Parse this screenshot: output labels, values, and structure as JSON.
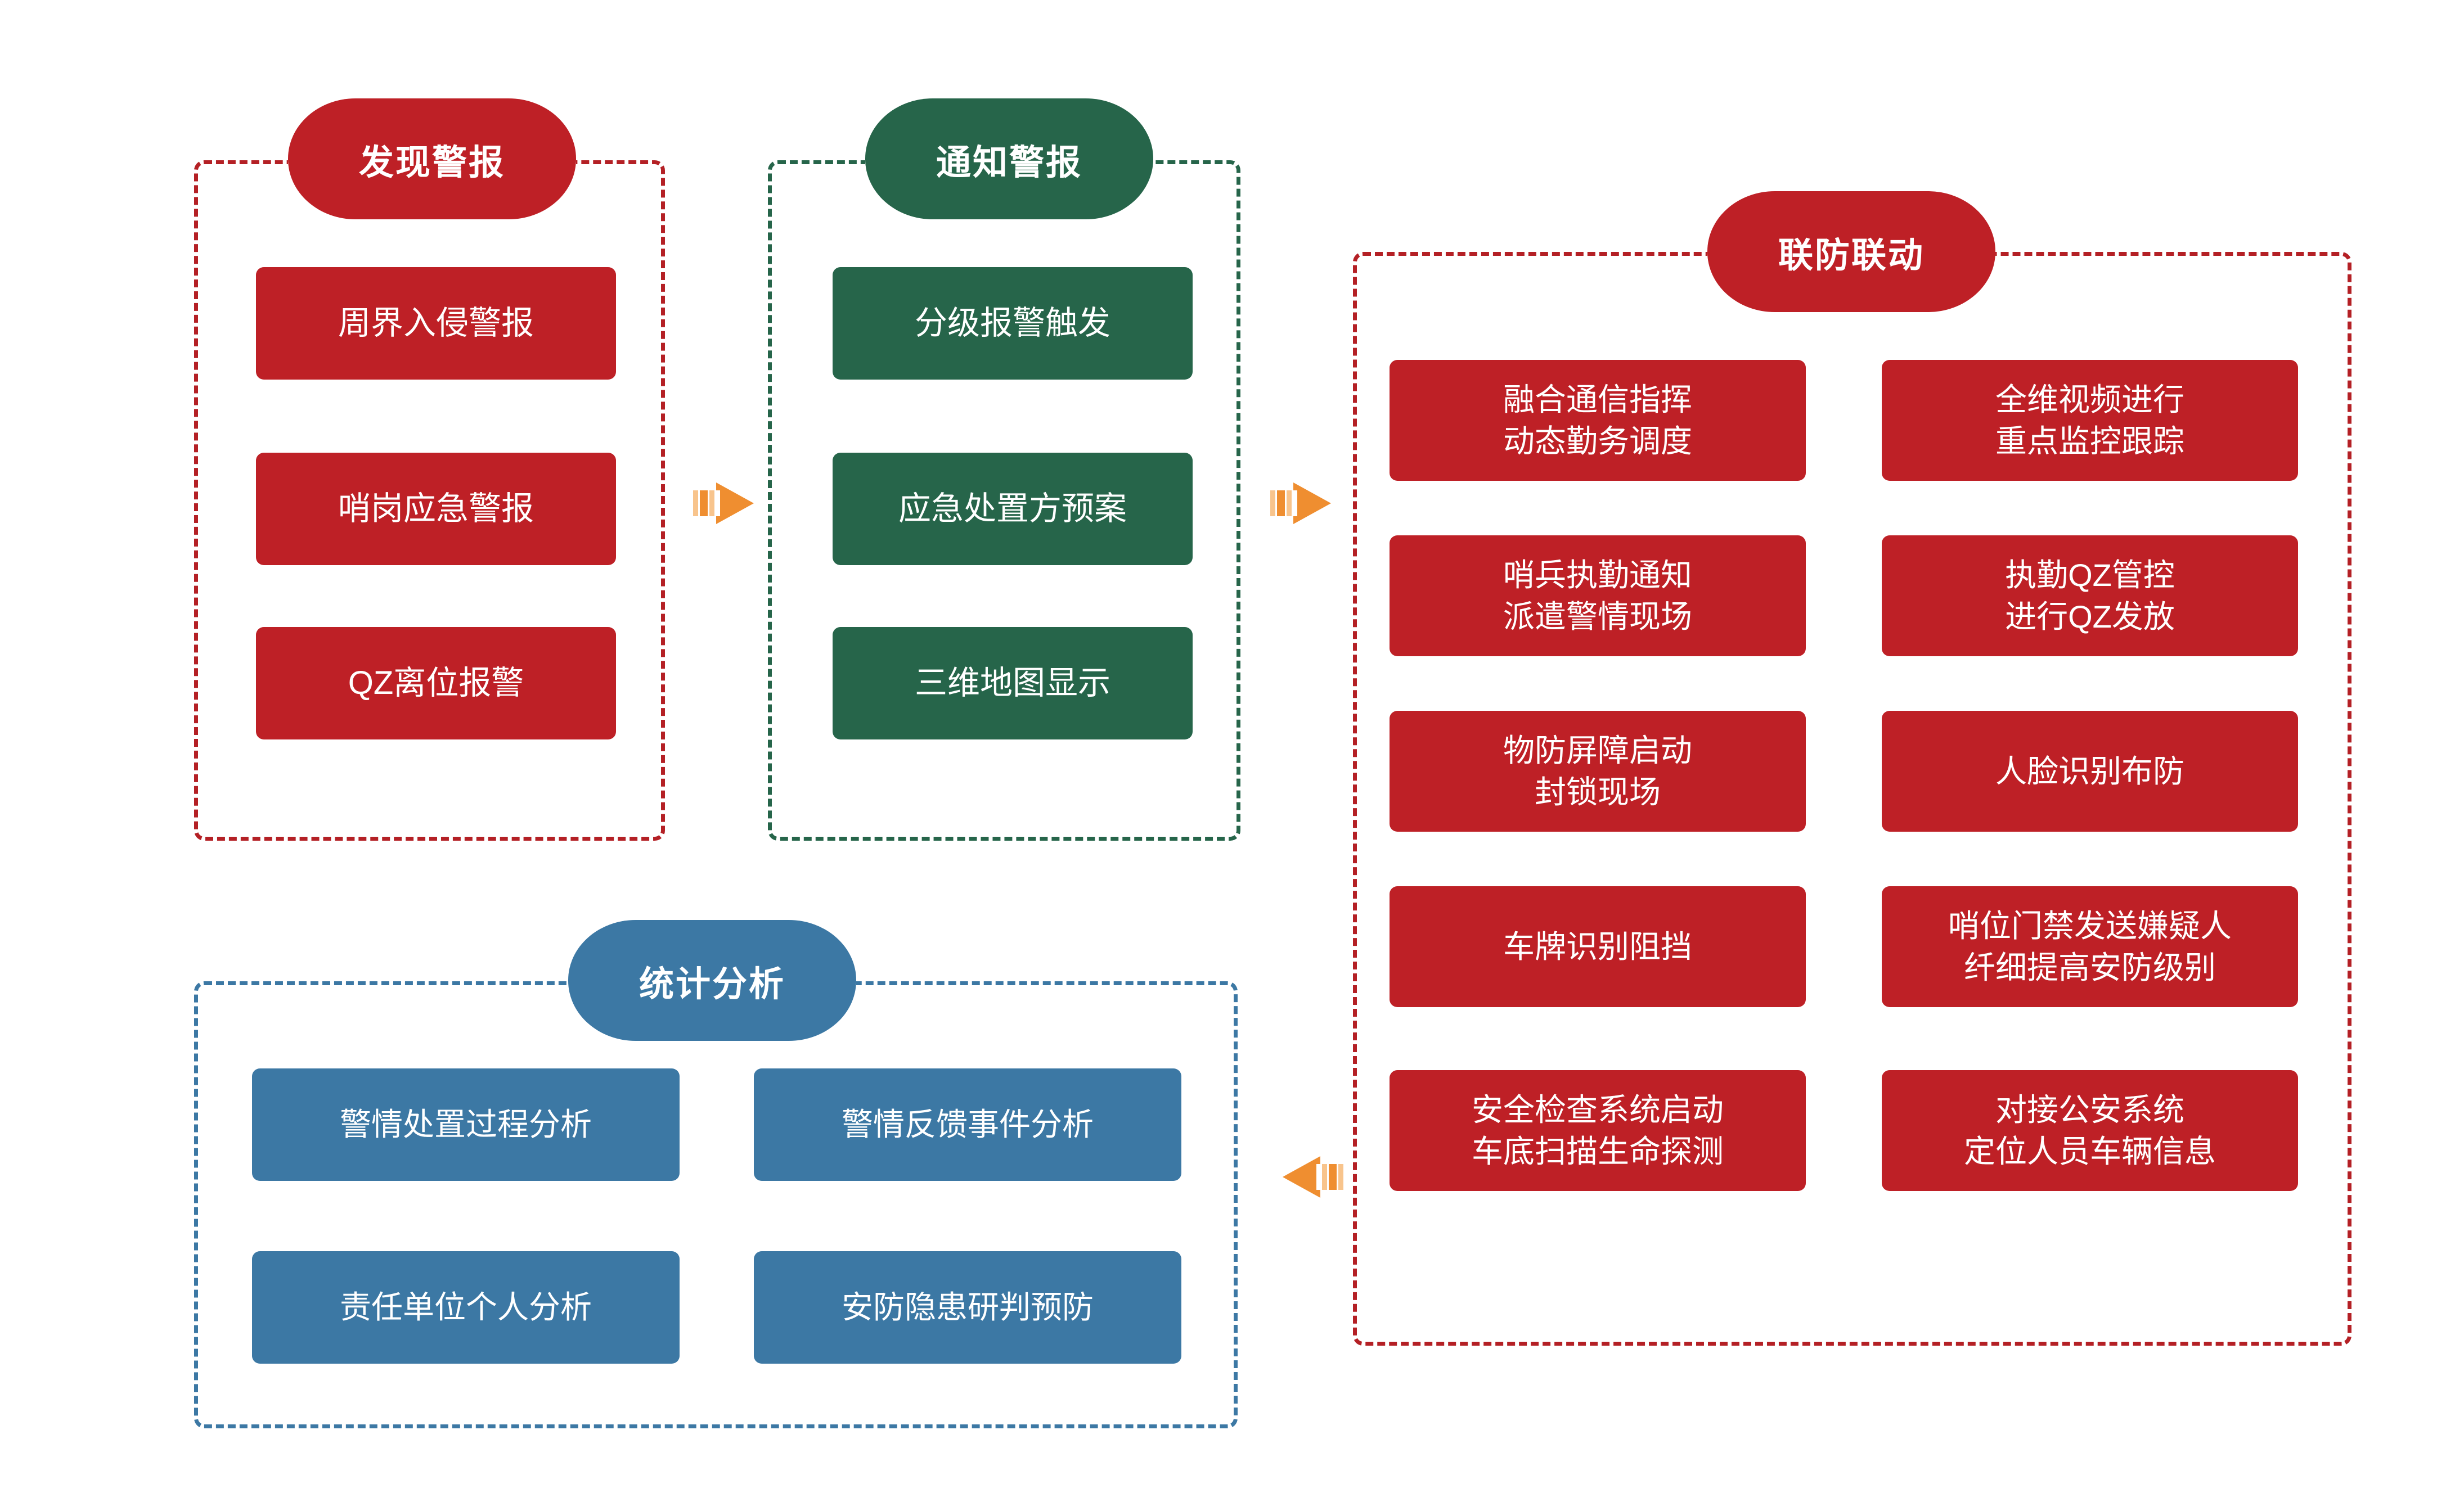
{
  "diagram": {
    "title_colors": {
      "red": "#BE2026",
      "green": "#26654A",
      "blue": "#3C78A4",
      "arrow_orange": "#EF8E30",
      "arrow_orange_light": "#F8C48C",
      "background": "#FFFFFF"
    },
    "groups": [
      {
        "id": "discover-alarm",
        "title": "发现警报",
        "color": "red",
        "items": [
          {
            "lines": [
              "周界入侵警报"
            ]
          },
          {
            "lines": [
              "哨岗应急警报"
            ]
          },
          {
            "lines": [
              "QZ离位报警"
            ]
          }
        ]
      },
      {
        "id": "notify-alarm",
        "title": "通知警报",
        "color": "green",
        "items": [
          {
            "lines": [
              "分级报警触发"
            ]
          },
          {
            "lines": [
              "应急处置方预案"
            ]
          },
          {
            "lines": [
              "三维地图显示"
            ]
          }
        ]
      },
      {
        "id": "joint-defense",
        "title": "联防联动",
        "color": "red",
        "items_left": [
          {
            "lines": [
              "融合通信指挥",
              "动态勤务调度"
            ]
          },
          {
            "lines": [
              "哨兵执勤通知",
              "派遣警情现场"
            ]
          },
          {
            "lines": [
              "物防屏障启动",
              "封锁现场"
            ]
          },
          {
            "lines": [
              "车牌识别阻挡"
            ]
          },
          {
            "lines": [
              "安全检查系统启动",
              "车底扫描生命探测"
            ]
          }
        ],
        "items_right": [
          {
            "lines": [
              "全维视频进行",
              "重点监控跟踪"
            ]
          },
          {
            "lines": [
              "执勤QZ管控",
              "进行QZ发放"
            ]
          },
          {
            "lines": [
              "人脸识别布防"
            ]
          },
          {
            "lines": [
              "哨位门禁发送嫌疑人",
              "纤细提高安防级别"
            ]
          },
          {
            "lines": [
              "对接公安系统",
              "定位人员车辆信息"
            ]
          }
        ]
      },
      {
        "id": "statistics-analysis",
        "title": "统计分析",
        "color": "blue",
        "items": [
          {
            "lines": [
              "警情处置过程分析"
            ]
          },
          {
            "lines": [
              "警情反馈事件分析"
            ]
          },
          {
            "lines": [
              "责任单位个人分析"
            ]
          },
          {
            "lines": [
              "安防隐患研判预防"
            ]
          }
        ]
      }
    ],
    "arrows": [
      {
        "id": "arrow-discover-to-notify",
        "direction": "right"
      },
      {
        "id": "arrow-notify-to-joint",
        "direction": "right"
      },
      {
        "id": "arrow-joint-to-statistics",
        "direction": "left"
      }
    ]
  }
}
